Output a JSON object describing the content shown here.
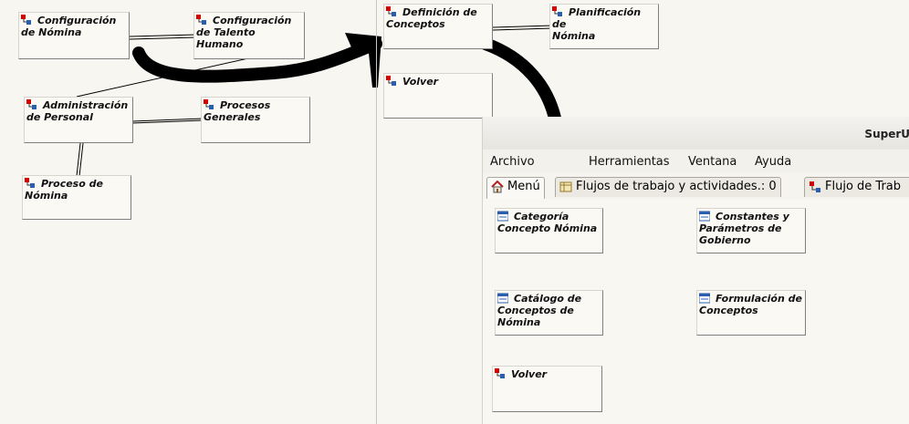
{
  "left_diagram": {
    "nodes": [
      {
        "id": "configuracion-nomina",
        "label": "Configuración\nde Nómina"
      },
      {
        "id": "configuracion-talento",
        "label": "Configuración\nde Talento\nHumano"
      },
      {
        "id": "administracion-personal",
        "label": "Administración\nde Personal"
      },
      {
        "id": "procesos-generales",
        "label": "Procesos\nGenerales"
      },
      {
        "id": "proceso-nomina",
        "label": "Proceso de\nNómina"
      }
    ]
  },
  "middle_diagram": {
    "nodes": [
      {
        "id": "definicion-conceptos",
        "label": "Definición de\nConceptos"
      },
      {
        "id": "planificacion-nomina",
        "label": "Planificación de\nNómina"
      },
      {
        "id": "volver",
        "label": "Volver"
      }
    ]
  },
  "app_window": {
    "title": "SuperU",
    "menu": [
      {
        "label": "Archivo"
      },
      {
        "label": "Herramientas"
      },
      {
        "label": "Ventana"
      },
      {
        "label": "Ayuda"
      }
    ],
    "tabs": [
      {
        "label": "Menú",
        "icon": "home-icon"
      },
      {
        "label": "Flujos de trabajo y actividades.: 0",
        "icon": "table-icon"
      },
      {
        "label": "Flujo de Trab",
        "icon": "workflow-icon"
      }
    ],
    "nodes": [
      {
        "id": "categoria-concepto",
        "label": "Categoría\nConcepto Nómina"
      },
      {
        "id": "constantes-parametros",
        "label": "Constantes y\nParámetros de\nGobierno"
      },
      {
        "id": "catalogo-conceptos",
        "label": "Catálogo de\nConceptos de\nNómina"
      },
      {
        "id": "formulacion-conceptos",
        "label": "Formulación de\nConceptos"
      },
      {
        "id": "volver2",
        "label": "Volver"
      }
    ]
  },
  "colors": {
    "accent_red": "#d40000",
    "icon_blue": "#2a5fb0",
    "arrow": "#000000"
  }
}
